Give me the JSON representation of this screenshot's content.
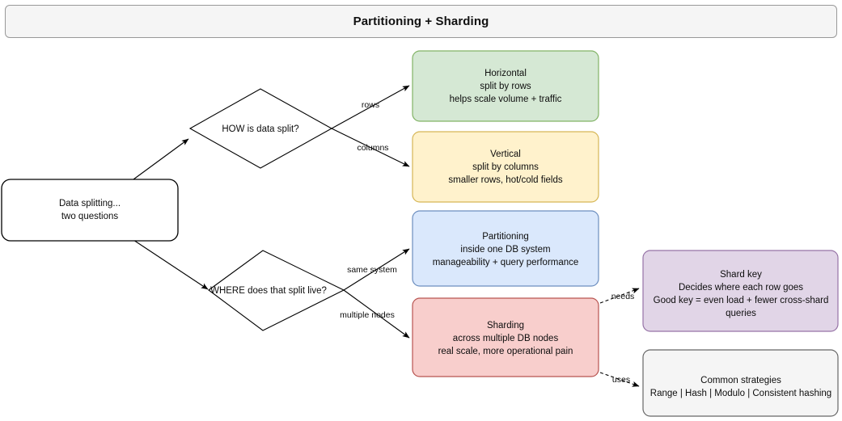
{
  "header": {
    "title": "Partitioning + Sharding"
  },
  "diagram": {
    "type": "flowchart",
    "nodes": {
      "start": {
        "name": "data-splitting-start",
        "shape": "rounded-rectangle",
        "lines": [
          "Data splitting...",
          "two questions"
        ],
        "fill": "#ffffff",
        "stroke": "#000000"
      },
      "decision_how": {
        "name": "decision-how",
        "shape": "diamond",
        "lines": [
          "HOW is data split?"
        ],
        "fill": "#ffffff",
        "stroke": "#000000"
      },
      "decision_where": {
        "name": "decision-where",
        "shape": "diamond",
        "lines": [
          "WHERE does that split live?"
        ],
        "fill": "#ffffff",
        "stroke": "#000000"
      },
      "horizontal": {
        "name": "horizontal-box",
        "shape": "rounded-rectangle",
        "lines": [
          "Horizontal",
          "split by rows",
          "helps scale volume + traffic"
        ],
        "fill": "#d5e8d4",
        "stroke": "#82b366"
      },
      "vertical": {
        "name": "vertical-box",
        "shape": "rounded-rectangle",
        "lines": [
          "Vertical",
          "split by columns",
          "smaller rows, hot/cold fields"
        ],
        "fill": "#fff2cc",
        "stroke": "#d6b656"
      },
      "partitioning": {
        "name": "partitioning-box",
        "shape": "rounded-rectangle",
        "lines": [
          "Partitioning",
          "inside one DB system",
          "manageability + query performance"
        ],
        "fill": "#dae8fc",
        "stroke": "#6c8ebf"
      },
      "sharding": {
        "name": "sharding-box",
        "shape": "rounded-rectangle",
        "lines": [
          "Sharding",
          "across multiple DB nodes",
          "real scale, more operational pain"
        ],
        "fill": "#f8cecc",
        "stroke": "#b85450"
      },
      "shard_key": {
        "name": "shard-key-box",
        "shape": "rounded-rectangle",
        "lines": [
          "Shard key",
          "Decides where each row goes",
          "Good key = even load + fewer cross-shard",
          "queries"
        ],
        "fill": "#e1d5e7",
        "stroke": "#9673a6"
      },
      "strategies": {
        "name": "common-strategies-box",
        "shape": "rounded-rectangle",
        "lines": [
          "Common strategies",
          "Range | Hash | Modulo | Consistent hashing"
        ],
        "fill": "#f5f5f5",
        "stroke": "#666666"
      }
    },
    "edges": [
      {
        "name": "edge-start-to-how",
        "from": "start",
        "to": "decision_how",
        "label": "",
        "style": "solid"
      },
      {
        "name": "edge-start-to-where",
        "from": "start",
        "to": "decision_where",
        "label": "",
        "style": "solid"
      },
      {
        "name": "edge-how-to-horizontal",
        "from": "decision_how",
        "to": "horizontal",
        "label": "rows",
        "style": "solid"
      },
      {
        "name": "edge-how-to-vertical",
        "from": "decision_how",
        "to": "vertical",
        "label": "columns",
        "style": "solid"
      },
      {
        "name": "edge-where-to-partitioning",
        "from": "decision_where",
        "to": "partitioning",
        "label": "same system",
        "style": "solid"
      },
      {
        "name": "edge-where-to-sharding",
        "from": "decision_where",
        "to": "sharding",
        "label": "multiple nodes",
        "style": "solid"
      },
      {
        "name": "edge-sharding-to-shard-key",
        "from": "sharding",
        "to": "shard_key",
        "label": "needs",
        "style": "dashed"
      },
      {
        "name": "edge-sharding-to-strategies",
        "from": "sharding",
        "to": "strategies",
        "label": "uses",
        "style": "dashed"
      }
    ]
  }
}
